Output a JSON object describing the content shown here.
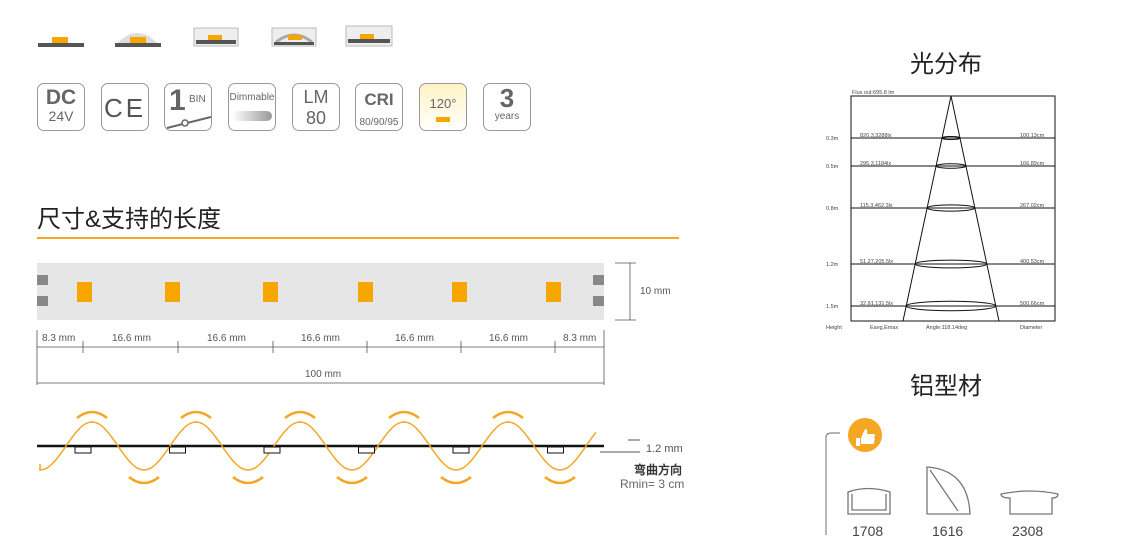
{
  "badges": {
    "dc": "DC",
    "dc_volt": "24V",
    "ce": "CE",
    "bin_num": "1",
    "bin": "BIN",
    "dimmable": "Dimmable",
    "lm": "LM",
    "lm_val": "80",
    "cri": "CRI",
    "cri_val": "80/90/95",
    "angle": "120°",
    "years_num": "3",
    "years": "years"
  },
  "section_title": "尺寸&支持的长度",
  "strip": {
    "height_label": "10 mm",
    "segments": [
      "8.3 mm",
      "16.6 mm",
      "16.6 mm",
      "16.6 mm",
      "16.6 mm",
      "16.6 mm",
      "8.3 mm"
    ],
    "total": "100 mm"
  },
  "bend": {
    "thickness": "1.2 mm",
    "label": "弯曲方向",
    "rmin": "Rmin= 3 cm"
  },
  "light": {
    "title": "光分布",
    "flux": "Flux out:695.8 lm",
    "rows": [
      {
        "h": "0.3m",
        "e": "820.3,3288lx",
        "d": "100.13cm"
      },
      {
        "h": "0.5m",
        "e": "295.3,1184lx",
        "d": "166.89cm"
      },
      {
        "h": "0.8m",
        "e": "115.3,462.3lx",
        "d": "267.02cm"
      },
      {
        "h": "1.2m",
        "e": "51.27,205.5lx",
        "d": "400.53cm"
      },
      {
        "h": "1.5m",
        "e": "32.81,131.5lx",
        "d": "500.66cm"
      }
    ],
    "footer": {
      "height": "Height",
      "eavg": "Eavg,Emax",
      "angle": "Angle:118.14deg",
      "diameter": "Diameter"
    }
  },
  "profiles": {
    "title": "铝型材",
    "items": [
      "1708",
      "1616",
      "2308"
    ]
  },
  "colors": {
    "accent": "#f5a623",
    "led": "#f7a600"
  }
}
